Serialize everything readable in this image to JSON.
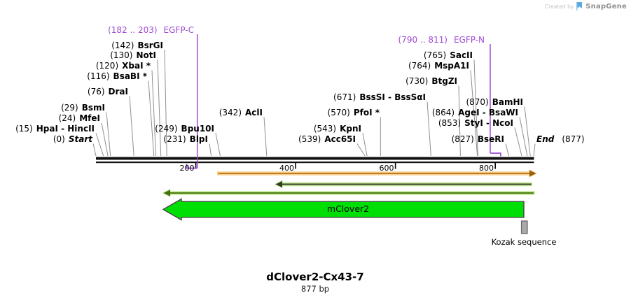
{
  "credit": {
    "prefix": "Created by",
    "brand": "SnapGene",
    "logo_icon": "snapgene-flag-icon"
  },
  "map": {
    "title": "dClover2-Cx43-7",
    "length": "877 bp",
    "start": {
      "pos": "(0)",
      "name": "Start"
    },
    "end": {
      "name": "End",
      "pos": "(877)"
    },
    "ruler": [
      "200",
      "400",
      "600",
      "800"
    ],
    "regions": [
      {
        "range": "(182 .. 203)",
        "name": "EGFP-C"
      },
      {
        "range": "(790 .. 811)",
        "name": "EGFP-N"
      }
    ],
    "sites": [
      {
        "pos": "(142)",
        "name": "BsrGI"
      },
      {
        "pos": "(130)",
        "name": "NotI"
      },
      {
        "pos": "(120)",
        "name": "XbaI *"
      },
      {
        "pos": "(116)",
        "name": "BsaBI *"
      },
      {
        "pos": "(76)",
        "name": "DraI"
      },
      {
        "pos": "(29)",
        "name": "BsmI"
      },
      {
        "pos": "(24)",
        "name": "MfeI"
      },
      {
        "pos": "(15)",
        "name": "HpaI - HincII"
      },
      {
        "pos": "(249)",
        "name": "Bpu10I"
      },
      {
        "pos": "(231)",
        "name": "BlpI"
      },
      {
        "pos": "(342)",
        "name": "AclI"
      },
      {
        "pos": "(539)",
        "name": "Acc65I"
      },
      {
        "pos": "(543)",
        "name": "KpnI"
      },
      {
        "pos": "(570)",
        "name": "PfoI *"
      },
      {
        "pos": "(671)",
        "name": "BssSI - BssSαI"
      },
      {
        "pos": "(730)",
        "name": "BtgZI"
      },
      {
        "pos": "(764)",
        "name": "MspA1I"
      },
      {
        "pos": "(765)",
        "name": "SacII"
      },
      {
        "pos": "(827)",
        "name": "BseRI"
      },
      {
        "pos": "(853)",
        "name": "StyI - NcoI"
      },
      {
        "pos": "(864)",
        "name": "AgeI - BsaWI"
      },
      {
        "pos": "(870)",
        "name": "BamHI"
      }
    ],
    "features": [
      {
        "name": "mClover2"
      },
      {
        "name": "Kozak sequence"
      }
    ],
    "colors": {
      "region_purple": "#a04bd6",
      "feature_green": "#00df05",
      "primer_orange": "#c07c1e",
      "primer_green": "#507a14",
      "kozak_gray": "#a9a9a9",
      "leader_gray": "#8f8f8f"
    }
  }
}
